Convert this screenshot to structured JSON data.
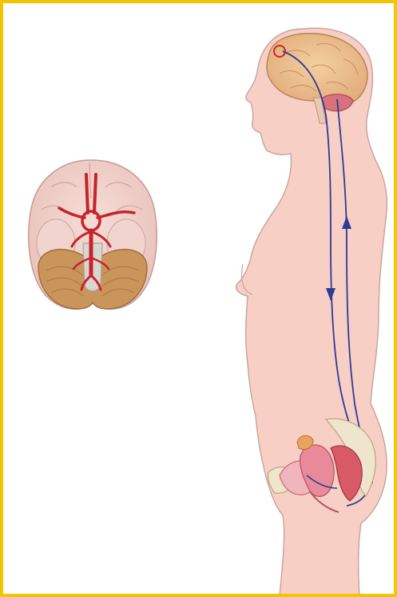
{
  "figure": {
    "frame_color": "#f3c400",
    "skin_color": "#f7cfc4",
    "brain_color": "#e8b889",
    "artery_color": "#c6242b",
    "pathway_color": "#2f3a96",
    "cerebellum_color": "#c9955a",
    "uterus_color": "#e98a9a",
    "panels": [
      {
        "name": "brain-inferior-view",
        "depicts": [
          "cerebrum",
          "cerebellum",
          "circle-of-willis-arteries",
          "brainstem"
        ]
      },
      {
        "name": "female-body-sagittal",
        "depicts": [
          "brain",
          "spinal-pathway",
          "pelvic-organs",
          "uterus",
          "bladder",
          "rectum"
        ]
      }
    ],
    "pathway_arrows": [
      "down",
      "up"
    ]
  }
}
